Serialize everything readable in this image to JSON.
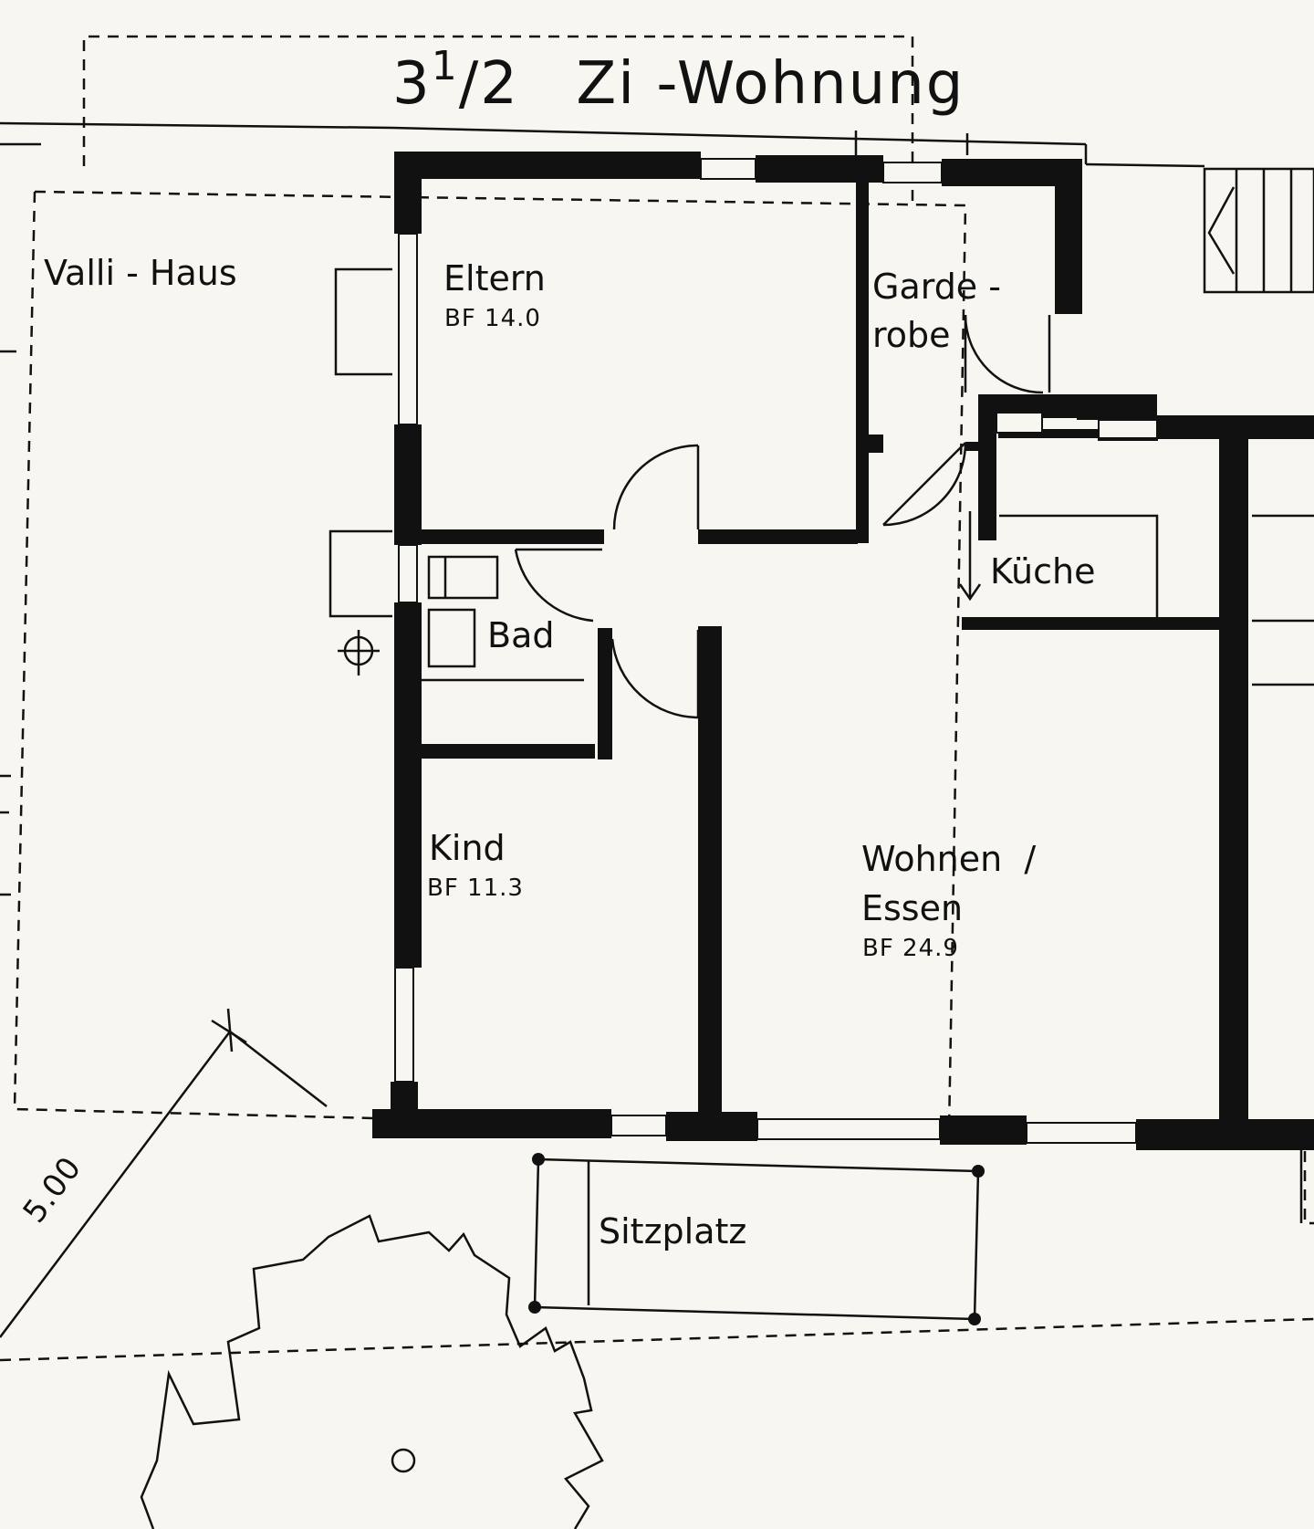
{
  "title": {
    "whole": "3",
    "numerator": "1",
    "denominator": "/2",
    "rest": "Zi -Wohnung"
  },
  "building_label": "Valli - Haus",
  "rooms": [
    {
      "name": "Eltern",
      "area": "BF 14.0"
    },
    {
      "name_line1": "Garde -",
      "name_line2": "robe"
    },
    {
      "name": "Küche"
    },
    {
      "name": "Bad"
    },
    {
      "name": "Kind",
      "area": "BF 11.3"
    },
    {
      "name_line1": "Wohnen  /",
      "name_line2": "Essen",
      "area": "BF 24.9"
    },
    {
      "name": "Sitzplatz"
    }
  ],
  "dimension": "5.00",
  "colors": {
    "ink": "#111111",
    "paper": "#f7f6f1"
  }
}
